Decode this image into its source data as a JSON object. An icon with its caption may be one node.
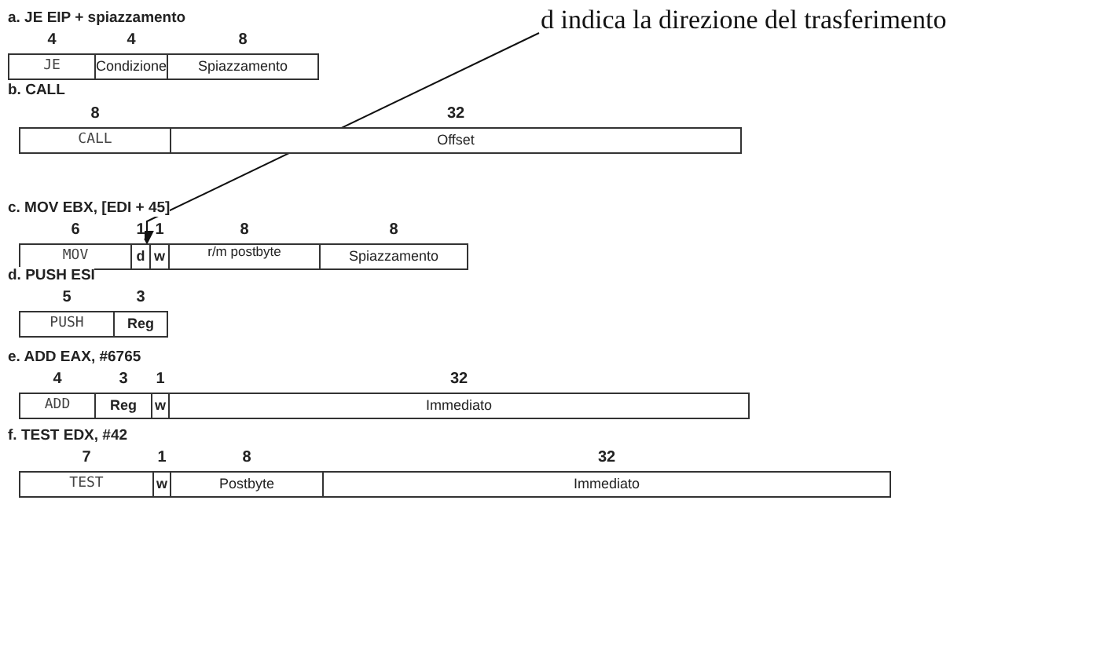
{
  "diagram": {
    "nodes": [
      {
        "text": [
          "d indica la direzione del trasferimento"
        ]
      },
      {
        "text": [
          "JE"
        ],
        "beside": [
          "4"
        ]
      },
      {
        "text": [
          "Condizione"
        ],
        "beside": [
          "4"
        ]
      },
      {
        "text": [
          "Spiazzamento"
        ],
        "beside": [
          "8"
        ]
      },
      {
        "text": [
          "CALL"
        ],
        "beside": [
          "8"
        ]
      },
      {
        "text": [
          "Offset"
        ],
        "beside": [
          "32"
        ]
      },
      {
        "text": [
          "MOV"
        ],
        "beside": [
          "6"
        ]
      },
      {
        "text": [
          "d"
        ],
        "beside": [
          "1"
        ]
      },
      {
        "text": [
          "w"
        ],
        "beside": [
          "1"
        ]
      },
      {
        "text": [
          "r/m postbyte"
        ],
        "beside": [
          "8"
        ]
      },
      {
        "text": [
          "Spiazzamento"
        ],
        "beside": [
          "8"
        ]
      },
      {
        "text": [
          "PUSH"
        ],
        "beside": [
          "5"
        ]
      },
      {
        "text": [
          "Reg"
        ],
        "beside": [
          "3"
        ]
      },
      {
        "text": [
          "ADD"
        ],
        "beside": [
          "4"
        ]
      },
      {
        "text": [
          "Reg"
        ],
        "beside": [
          "3"
        ]
      },
      {
        "text": [
          "w"
        ],
        "beside": [
          "1"
        ]
      },
      {
        "text": [
          "Immediato"
        ],
        "beside": [
          "32"
        ]
      },
      {
        "text": [
          "TEST"
        ],
        "beside": [
          "7"
        ]
      },
      {
        "text": [
          "w"
        ],
        "beside": [
          "1"
        ]
      },
      {
        "text": [
          "Postbyte"
        ],
        "beside": [
          "8"
        ]
      },
      {
        "text": [
          "Immediato"
        ],
        "beside": [
          "32"
        ]
      }
    ],
    "edges": [
      {
        "from": 0,
        "to": 7,
        "arrow": "to"
      }
    ],
    "labels": [
      "a. JE EIP + spiazzamento",
      "b. CALL",
      "c. MOV  EBX, [EDI + 45]",
      "d. PUSH ESI",
      "e. ADD EAX, #6765",
      "f. TEST EDX, #42"
    ]
  }
}
